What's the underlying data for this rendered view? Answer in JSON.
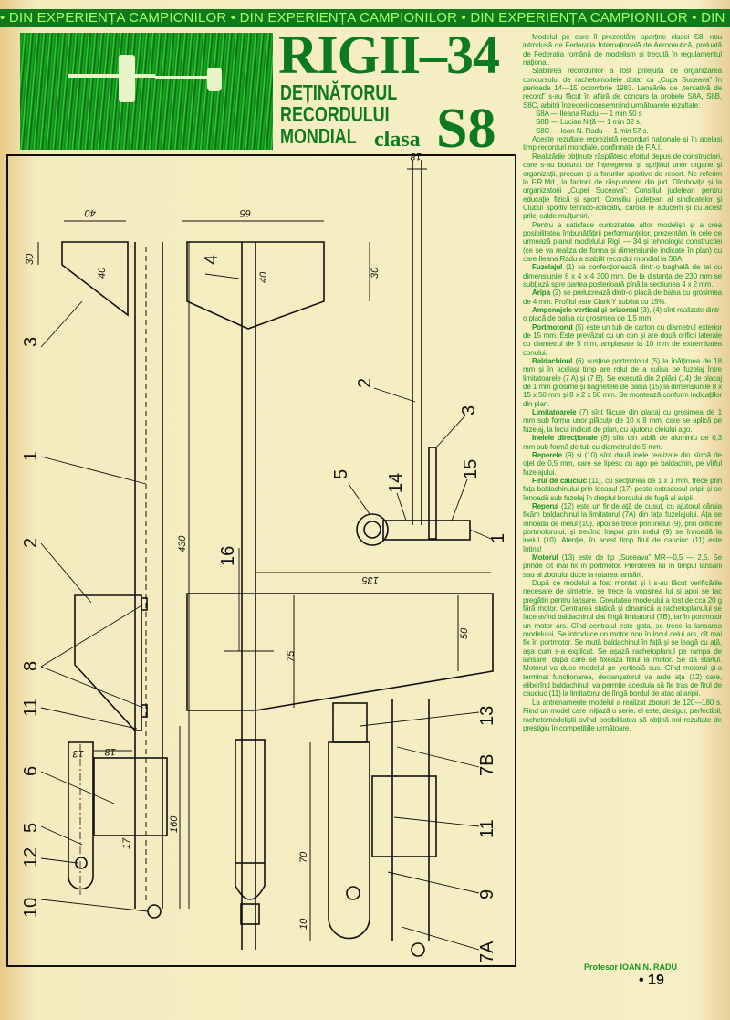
{
  "header_band": "• DIN EXPERIENȚA CAMPIONILOR • DIN EXPERIENȚA CAMPIONILOR • DIN EXPERIENȚA CAMPIONILOR • DIN",
  "title": "RIGII–34",
  "subtitle_lines": [
    "DEȚINĂTORUL",
    "RECORDULUI",
    "MONDIAL"
  ],
  "class_word": "clasa",
  "class_name": "S8",
  "colors": {
    "band": "#0f7a1c",
    "title": "#0d7a1f",
    "text": "#17981e",
    "paper": "#f6efc4"
  },
  "article": {
    "paragraphs": [
      {
        "lead": "",
        "text": "Modelul pe care îl prezentăm aparține clasei S8, nou introdusă de Federația Internațională de Aeronautică, preluată de Federația română de modelism și trecută în regulamentul național."
      },
      {
        "lead": "",
        "text": "Stabilirea recordurilor a fost prilejuită de organizarea concursului de rachetomodele dotat cu „Cupa Suceava” în perioada 14—15 octombrie 1983. Lansările de „tentativă de record” s-au făcut în afară de concurs la probele S8A, S8B, S8C, arbitrii întrecerii consemnînd următoarele rezultate:"
      },
      {
        "lead": "",
        "text": "S8A — Ileana Radu — 1 min 50 s",
        "result": true
      },
      {
        "lead": "",
        "text": "S8B — Lucian Niță — 1 min 32 s.",
        "result": true
      },
      {
        "lead": "",
        "text": "S8C — Ioan N. Radu — 1 min 57 s.",
        "result": true
      },
      {
        "lead": "",
        "text": "Aceste rezultate reprezintă recorduri naționale și în același timp recorduri mondiale, confirmate de F.A.I."
      },
      {
        "lead": "",
        "text": "Realizările obținute răsplătesc efortul depus de constructori, care s-au bucurat de înțelegerea și sprijinul unor organe și organizații, precum și a forurilor sportive de resort. Ne referim la F.R.Md., la factorii de răspundere din jud. Dîmbovița și la organizatorii „Cupei Suceava”: Consiliul județean pentru educație fizică și sport, Consiliul județean al sindicatelor și Clubul sportiv tehnico-aplicativ, cărora le aducem și cu acest prilej calde mulțumiri."
      },
      {
        "lead": "",
        "text": "Pentru a satisface curiozitatea altor modeliști și a crea posibilitatea îmbunătățirii performanțelor, prezentăm în cele ce urmează planul modelului Rigii — 34 și tehnologia construcției (ce se va realiza de forma și dimensiunile indicate în plan) cu care Ileana Radu a stabilit recordul mondial la S8A."
      },
      {
        "lead": "Fuzelajul",
        "text": " (1) se confecționează dintr-o baghetă de tei cu dimensiunile 8 x 4 x 4 300 mm. De la distanța de 230 mm se subțiază spre partea posterioară pînă la secțiunea 4 x 2 mm."
      },
      {
        "lead": "Aripa",
        "text": " (2) se prelucrează dintr-o placă de balsa cu grosimea de 4 mm. Profilul este Clark Y subțiat cu 15%."
      },
      {
        "lead": "Ampenajele vertical și orizontal",
        "text": " (3), (4) sînt realizate dintr-o placă de balsa cu grosimea de 1,5 mm."
      },
      {
        "lead": "Portmotorul",
        "text": " (5) este un tub de carton cu diametrul exterior de 15 mm. Este prevăzut cu un con și are două orificii laterale cu diametrul de 5 mm, amplasate la 10 mm de extremitatea conului."
      },
      {
        "lead": "Baldachinul",
        "text": " (6) susține portmotorul (5) la înălțimea de 18 mm și în același timp are rolul de a culisa pe fuzelaj între limitatoarele (7 A) și (7 B). Se execută din 2 plăci (14) de placaj de 1 mm grosime și baghetele de balsa (15) la dimensiunile 8 x 15 x 50 mm și 8 x 2 x 50 mm. Se montează conform indicațiilor din plan."
      },
      {
        "lead": "Limitatoarele",
        "text": " (7) sînt făcute din placaj cu grosimea de 1 mm sub forma unor plăcuțe de 10 x 8 mm, care se aplică pe fuzelaj, la locul indicat de plan, cu ajutorul cleiului ago."
      },
      {
        "lead": "Inelele direcționale",
        "text": " (8) sînt din tablă de aluminiu de 0,3 mm sub formă de tub cu diametrul de 5 mm."
      },
      {
        "lead": "Reperele",
        "text": " (9) și (10) sînt două inele realizate din sîrmă de oțel de 0,5 mm, care se lipesc cu ago pe baldachin, pe vîrful fuzelajului."
      },
      {
        "lead": "Firul de cauciuc",
        "text": " (11), cu secțiunea de 1 x 1 mm, trece prin fața baldachinului prin locașul (17) peste extradosul aripii și se înnoadă sub fuzelaj în dreptul bordului de fugă al aripii."
      },
      {
        "lead": "Reperul",
        "text": " (12) este un fir de ață de cusut, cu ajutorul căruia fixăm baldachinul la limitatorul (7A) din fața fuzelajului. Ața se înnoadă de inelul (10), apoi se trece prin inelul (9), prin orificiile portmotorului, și trecînd înapoi prin inelul (9) se înnoadă la inelul (10). Atenție, în acest timp firul de cauciuc (11) este întins!"
      },
      {
        "lead": "Motorul",
        "text": " (13) este de tip „Suceava” MR—0,5 — 2,5. Se prinde cît mai fix în portmotor. Pierderea lui în timpul lansării sau al zborului duce la ratarea lansării."
      },
      {
        "lead": "",
        "text": "După ce modelul a fost montat și i s-au făcut verificările necesare de simetrie, se trece la vopsirea lui și apoi se fac pregătiri pentru lansare. Greutatea modelului a fost de cca 20 g fără motor. Centrarea statică și dinamică a rachetoplanului se face avînd baldachinul dat lîngă limitatorul (7B), iar în portmotor un motor ars. Cînd centrajul este gata, se trece la lansarea modelului. Se introduce un motor nou în locul celui ars, cît mai fix în portmotor. Se mută baldachinul în față și se leagă cu ață, așa cum s-a explicat. Se așază rachetoplanul pe rampa de lansare, după care se fixează fitilul la motor. Se dă startul. Motorul va duce modelul pe verticală sus. Cînd motorul și-a terminat funcționarea, declanșatorul va arde ața (12) care, eliberînd baldachinul, va permite acestuia să fie tras de firul de cauciuc (11) la limitatorul de lîngă bordul de atac al aripii."
      },
      {
        "lead": "",
        "text": "La antrenamente modelul a realizat zboruri de 120—180 s. Fiind un model care inițiază o serie, el este, desigur, perfectibil, rachetomodeliștii avînd posibilitatea să obțină noi rezultate de prestigiu în competițiile următoare."
      }
    ],
    "signature": "Profesor IOAN N. RADU",
    "page_number": "• 19"
  },
  "drawing": {
    "part_labels": {
      "p1a": "1",
      "p1b": "1",
      "p2a": "2",
      "p2b": "2",
      "p3a": "3",
      "p3b": "3",
      "p4": "4",
      "p5a": "5",
      "p5b": "5",
      "p6": "6",
      "p7a": "7A",
      "p7b": "7B",
      "p8": "8",
      "p9": "9",
      "p10": "10",
      "p11a": "11",
      "p11b": "11",
      "p12": "12",
      "p13": "13",
      "p14": "14",
      "p15": "15",
      "p16": "16",
      "p17": "17"
    },
    "dimensions": {
      "d40a": "40",
      "d30a": "30",
      "d40b": "40",
      "d65": "65",
      "d40c": "40",
      "d30b": "30",
      "d18a": "18",
      "d430": "430",
      "d135": "135",
      "d50": "50",
      "d75": "75",
      "d18b": "18",
      "d13": "13",
      "d160": "160",
      "d70": "70",
      "d10": "10"
    }
  }
}
